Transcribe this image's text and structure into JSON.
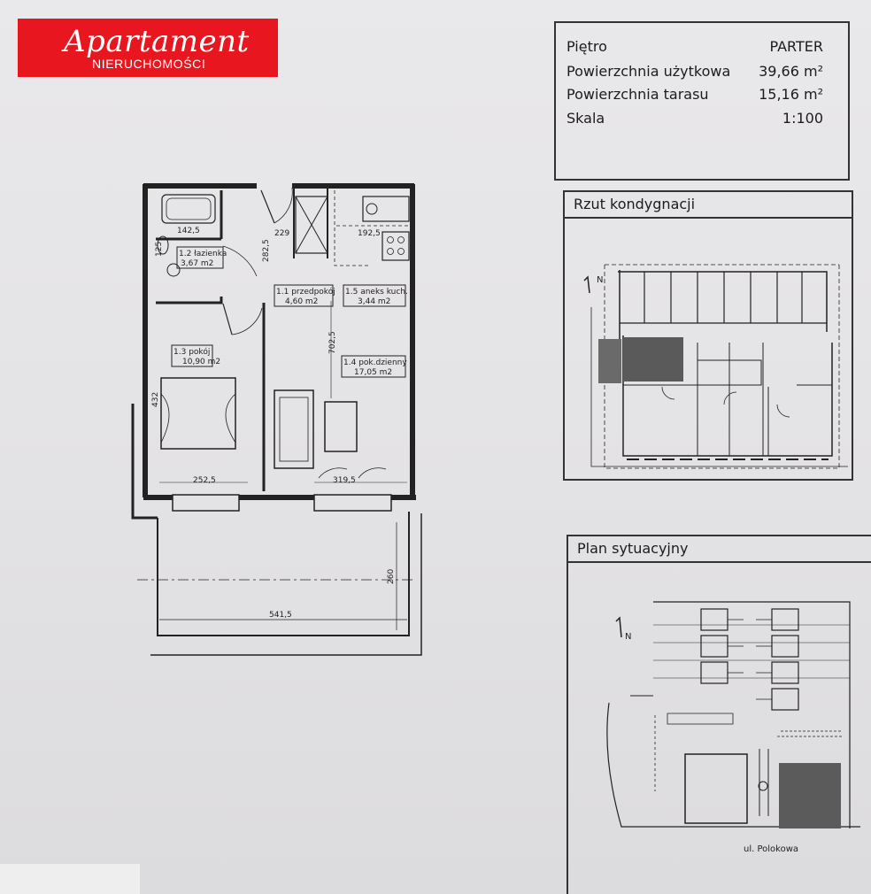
{
  "logo": {
    "script": "Apartament",
    "sub": "NIERUCHOMOŚCI"
  },
  "info": {
    "rows": [
      {
        "label": "Piętro",
        "value": "PARTER"
      },
      {
        "label": "Powierzchnia użytkowa",
        "value": "39,66 m²"
      },
      {
        "label": "Powierzchnia tarasu",
        "value": "15,16 m²"
      },
      {
        "label": "Skala",
        "value": "1:100"
      }
    ]
  },
  "panels": {
    "floor": "Rzut kondygnacji",
    "site": "Plan sytuacyjny"
  },
  "rooms": [
    {
      "id": "1.2",
      "name": "łazienka",
      "area": "3,67 m2"
    },
    {
      "id": "1.1",
      "name": "przedpokój",
      "area": "4,60 m2"
    },
    {
      "id": "1.5",
      "name": "aneks kuch.",
      "area": "3,44 m2"
    },
    {
      "id": "1.3",
      "name": "pokój",
      "area": "10,90 m2"
    },
    {
      "id": "1.4",
      "name": "pok.dzienny",
      "area": "17,05 m2"
    }
  ],
  "dims": {
    "d1": "142,5",
    "d2": "229",
    "d3": "192,5",
    "d4": "282,5",
    "d5": "702,5",
    "d6": "432",
    "d7": "252,5",
    "d8": "319,5",
    "d9": "260",
    "d10": "541,5",
    "d11": "125"
  },
  "north": "N",
  "street": "ul. Polokowa"
}
